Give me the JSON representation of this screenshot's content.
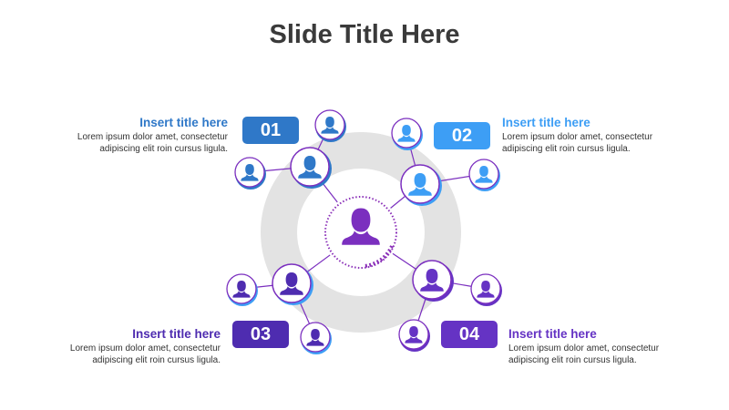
{
  "title": "Slide Title Here",
  "colors": {
    "c1": "#2f78c8",
    "c2": "#3d9ef5",
    "c3": "#4e2cb0",
    "c4": "#6533c4",
    "outline": "#7b2fbf",
    "ring": "#e3e3e3",
    "center": "#8a2fb8"
  },
  "items": [
    {
      "number": "01",
      "title": "Insert title here",
      "desc_line1": "Lorem ipsum dolor amet, consectetur",
      "desc_line2": "adipiscing elit roin cursus ligula."
    },
    {
      "number": "02",
      "title": "Insert title here",
      "desc_line1": "Lorem ipsum dolor amet, consectetur",
      "desc_line2": "adipiscing elit roin cursus ligula."
    },
    {
      "number": "03",
      "title": "Insert title here",
      "desc_line1": "Lorem ipsum dolor amet, consectetur",
      "desc_line2": "adipiscing elit roin cursus ligula."
    },
    {
      "number": "04",
      "title": "Insert title here",
      "desc_line1": "Lorem ipsum dolor amet, consectetur",
      "desc_line2": "adipiscing elit roin cursus ligula."
    }
  ],
  "icons": {
    "person": "person-icon"
  }
}
